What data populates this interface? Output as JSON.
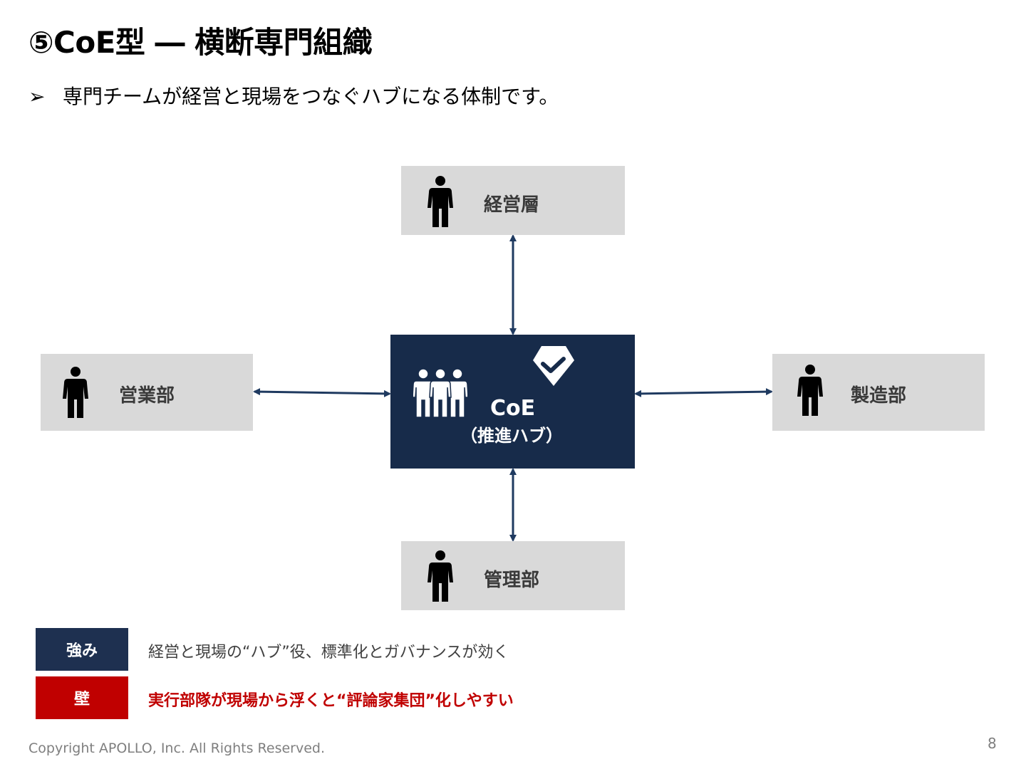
{
  "title": "⑤CoE型 ― 横断専門組織",
  "subtitle": {
    "bullet": "➢",
    "text": "専門チームが経営と現場をつなぐハブになる体制です。"
  },
  "nodes": {
    "top": {
      "label": "経営層",
      "icon": "person-icon"
    },
    "left": {
      "label": "営業部",
      "icon": "person-icon"
    },
    "right": {
      "label": "製造部",
      "icon": "person-icon"
    },
    "bottom": {
      "label": "管理部",
      "icon": "person-icon"
    },
    "center": {
      "name": "CoE",
      "sub": "（推進ハブ）",
      "icons": [
        "team-icon",
        "check-badge-icon"
      ]
    }
  },
  "connections": [
    {
      "from": "top",
      "to": "center",
      "type": "bidirectional"
    },
    {
      "from": "left",
      "to": "center",
      "type": "bidirectional"
    },
    {
      "from": "right",
      "to": "center",
      "type": "bidirectional"
    },
    {
      "from": "bottom",
      "to": "center",
      "type": "bidirectional"
    }
  ],
  "summary": {
    "strength": {
      "tag": "強み",
      "text": "経営と現場の“ハブ”役、標準化とガバナンスが効く"
    },
    "wall": {
      "tag": "壁",
      "text": "実行部隊が現場から浮くと“評論家集団”化しやすい"
    }
  },
  "footer": "Copyright APOLLO, Inc. All Rights Reserved.",
  "page_number": "8",
  "colors": {
    "navy": "#172b4a",
    "box_gray": "#d9d9d9",
    "arrow": "#1f3a60",
    "wall_red": "#c00000",
    "strength_navy": "#1e3050"
  }
}
